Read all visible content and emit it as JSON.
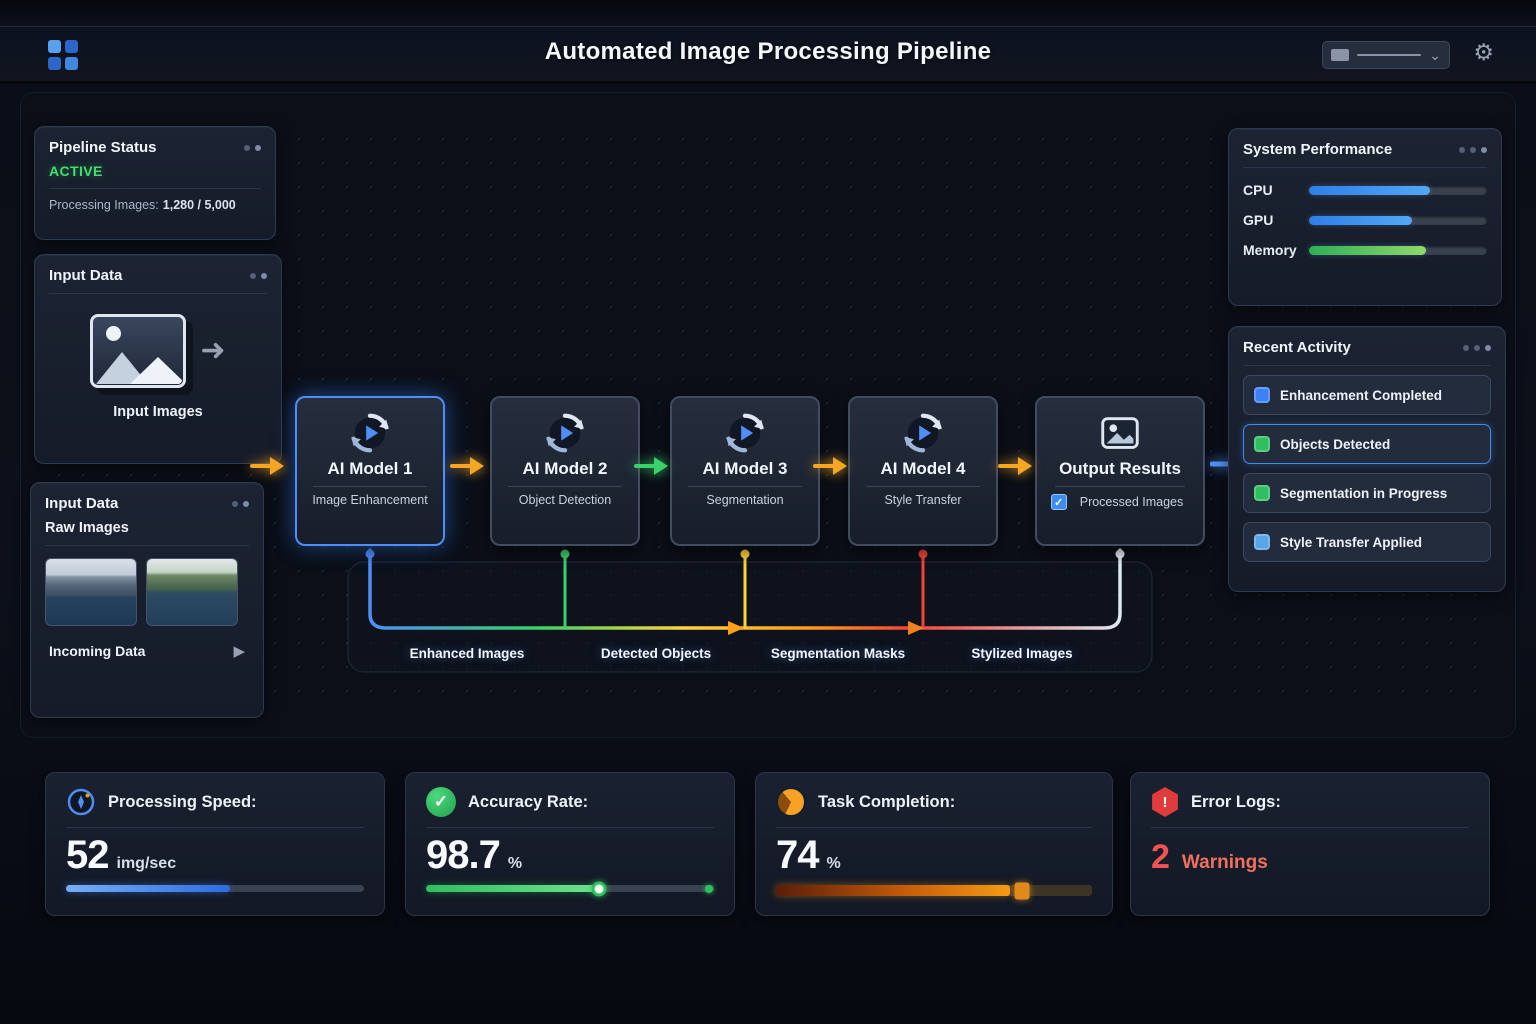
{
  "header": {
    "title": "Automated Image Processing Pipeline"
  },
  "icons": {
    "gear": "⚙",
    "dropdown_chevron": "⌄",
    "input_arrow": "➜",
    "play": "▶",
    "check": "✓",
    "exclamation": "!"
  },
  "colors": {
    "accent_blue": "#3f8cf0",
    "success_green": "#2fbf5f",
    "warning_orange": "#f59b14",
    "error_red": "#f25454",
    "status_active_green": "#43df6d"
  },
  "panels": {
    "pipeline_status": {
      "title": "Pipeline Status",
      "status": "ACTIVE",
      "processing_label": "Processing Images:",
      "processing_value": "1,280 / 5,000"
    },
    "input_data": {
      "title": "Input Data",
      "caption": "Input Images"
    },
    "raw_input": {
      "title": "Input Data",
      "subtitle": "Raw Images",
      "caption": "Incoming Data"
    },
    "system_performance": {
      "title": "System Performance",
      "metrics": [
        {
          "label": "CPU",
          "percent": 68,
          "color": "linear-gradient(90deg,#2f7fe8,#53a7f5)"
        },
        {
          "label": "GPU",
          "percent": 58,
          "color": "linear-gradient(90deg,#2f7fe8,#53a7f5)"
        },
        {
          "label": "Memory",
          "percent": 66,
          "color": "linear-gradient(90deg,#2fae54,#8fd96a)"
        }
      ]
    },
    "recent_activity": {
      "title": "Recent Activity",
      "items": [
        {
          "label": "Enhancement Completed",
          "color": "#3b82f6"
        },
        {
          "label": "Objects Detected",
          "color": "#2fbf5f"
        },
        {
          "label": "Segmentation in Progress",
          "color": "#2fbf5f"
        },
        {
          "label": "Style Transfer Applied",
          "color": "#58a6e8"
        }
      ]
    }
  },
  "pipeline": {
    "nodes": [
      {
        "title": "AI Model 1",
        "subtitle": "Image Enhancement"
      },
      {
        "title": "AI Model 2",
        "subtitle": "Object Detection"
      },
      {
        "title": "AI Model 3",
        "subtitle": "Segmentation"
      },
      {
        "title": "AI Model 4",
        "subtitle": "Style Transfer"
      },
      {
        "title": "Output Results",
        "subtitle": "Processed Images"
      }
    ],
    "stream_labels": [
      "Enhanced Images",
      "Detected Objects",
      "Segmentation Masks",
      "Stylized Images"
    ]
  },
  "stats": {
    "processing_speed": {
      "label": "Processing Speed:",
      "value": "52",
      "unit": "img/sec",
      "bar_percent": 55
    },
    "accuracy_rate": {
      "label": "Accuracy Rate:",
      "value": "98.7",
      "unit": "%",
      "bar_percent": 60,
      "knob_percent": 60
    },
    "task_completion": {
      "label": "Task Completion:",
      "value": "74",
      "unit": "%",
      "bar_percent": 74,
      "knob_percent": 78
    },
    "error_logs": {
      "label": "Error Logs:",
      "count": "2",
      "unit": "Warnings"
    }
  }
}
